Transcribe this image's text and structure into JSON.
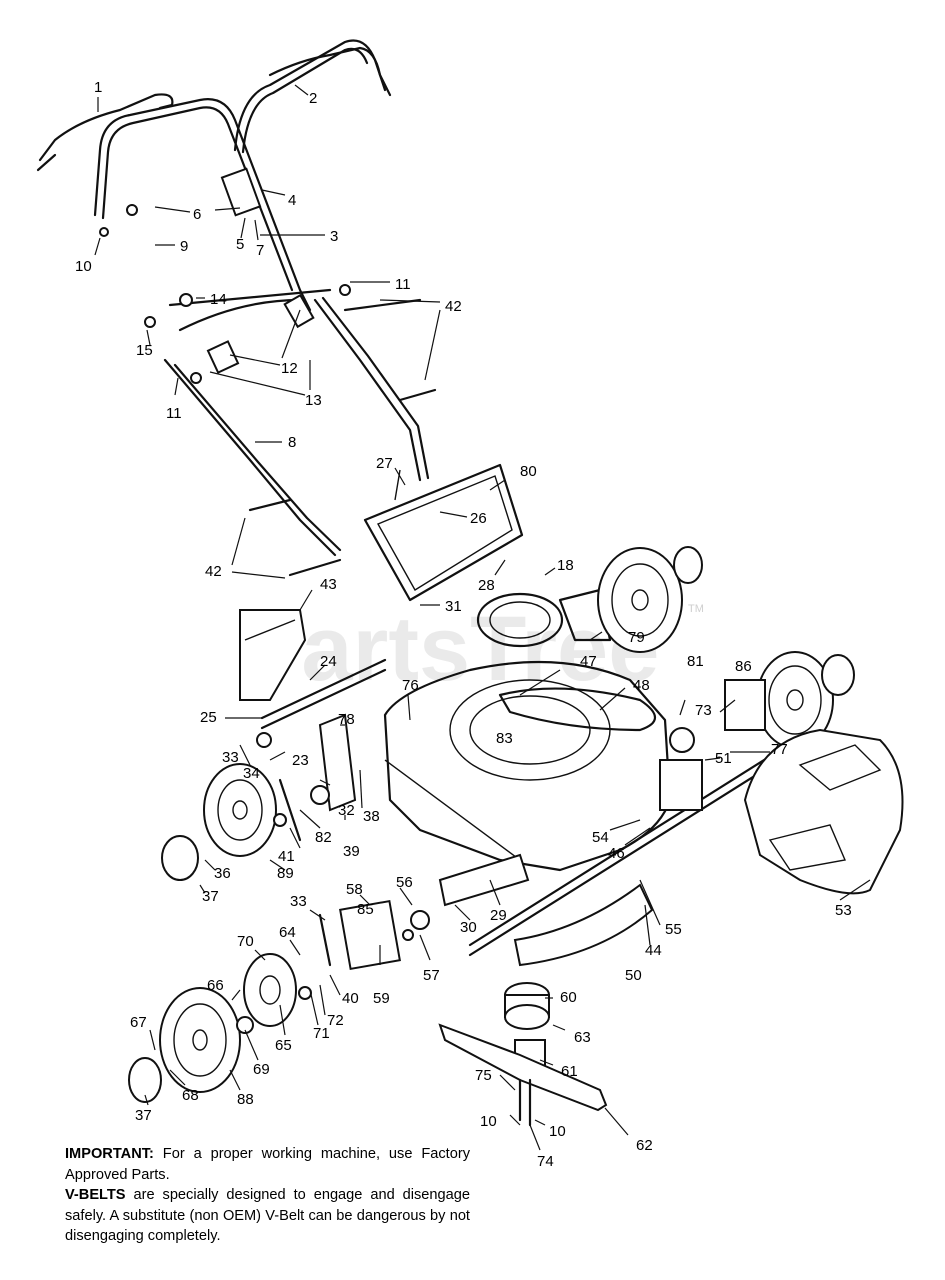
{
  "watermark": "PartsTree",
  "watermark_tm": "TM",
  "notes": {
    "important_label": "IMPORTANT:",
    "important_text": " For a proper working machine, use Factory Approved Parts.",
    "vbelts_label": "V-BELTS",
    "vbelts_text": " are specially designed to engage and disengage safely.  A substitute (non OEM) V-Belt can be dangerous by not disengaging completely."
  },
  "callouts": {
    "c1": "1",
    "c2": "2",
    "c3": "3",
    "c4": "4",
    "c5": "5",
    "c6": "6",
    "c7": "7",
    "c8": "8",
    "c9": "9",
    "c10a": "10",
    "c10b": "10",
    "c10c": "10",
    "c11a": "11",
    "c11b": "11",
    "c12": "12",
    "c13": "13",
    "c14": "14",
    "c15": "15",
    "c18": "18",
    "c23": "23",
    "c24": "24",
    "c25": "25",
    "c26": "26",
    "c27": "27",
    "c28": "28",
    "c29": "29",
    "c30": "30",
    "c31": "31",
    "c32": "32",
    "c33a": "33",
    "c33b": "33",
    "c34": "34",
    "c36": "36",
    "c37a": "37",
    "c37b": "37",
    "c38": "38",
    "c39": "39",
    "c40": "40",
    "c41": "41",
    "c42a": "42",
    "c42b": "42",
    "c43": "43",
    "c44": "44",
    "c46": "46",
    "c47": "47",
    "c48": "48",
    "c50": "50",
    "c51": "51",
    "c53": "53",
    "c54": "54",
    "c55": "55",
    "c56": "56",
    "c57": "57",
    "c58": "58",
    "c59": "59",
    "c60": "60",
    "c61": "61",
    "c62": "62",
    "c63": "63",
    "c64": "64",
    "c65": "65",
    "c66": "66",
    "c67": "67",
    "c68": "68",
    "c69": "69",
    "c70": "70",
    "c71": "71",
    "c72": "72",
    "c73": "73",
    "c74": "74",
    "c75": "75",
    "c76": "76",
    "c77": "77",
    "c78": "78",
    "c79": "79",
    "c80": "80",
    "c81": "81",
    "c82": "82",
    "c83": "83",
    "c85": "85",
    "c86": "86",
    "c88": "88",
    "c89": "89"
  }
}
